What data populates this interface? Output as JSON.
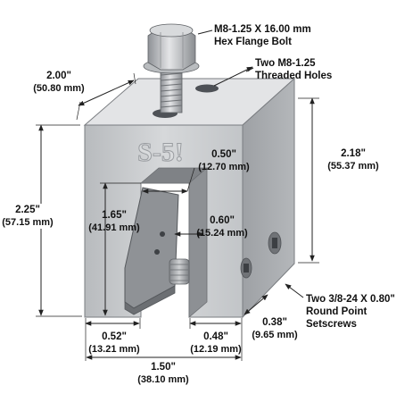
{
  "callouts": {
    "bolt": {
      "line1": "M8-1.25 X 16.00 mm",
      "line2": "Hex Flange Bolt"
    },
    "holes": {
      "line1": "Two M8-1.25",
      "line2": "Threaded Holes"
    },
    "setscrews": {
      "line1": "Two 3/8-24 X 0.80\"",
      "line2": "Round Point",
      "line3": "Setscrews"
    }
  },
  "dimensions": {
    "depth_top": {
      "imperial": "2.00\"",
      "metric": "(50.80 mm)"
    },
    "height_total": {
      "imperial": "2.25\"",
      "metric": "(57.15 mm)"
    },
    "height_body": {
      "imperial": "2.18\"",
      "metric": "(55.37 mm)"
    },
    "slot_depth": {
      "imperial": "1.65\"",
      "metric": "(41.91 mm)"
    },
    "slot_width_top": {
      "imperial": "0.50\"",
      "metric": "(12.70 mm)"
    },
    "slot_mid": {
      "imperial": "0.60\"",
      "metric": "(15.24 mm)"
    },
    "leg_left": {
      "imperial": "0.52\"",
      "metric": "(13.21 mm)"
    },
    "leg_right": {
      "imperial": "0.48\"",
      "metric": "(12.19 mm)"
    },
    "side_offset": {
      "imperial": "0.38\"",
      "metric": "(9.65 mm)"
    },
    "width_total": {
      "imperial": "1.50\"",
      "metric": "(38.10 mm)"
    }
  },
  "logo": {
    "text": "S-5!"
  },
  "colors": {
    "metal_front": "#c8cacc",
    "metal_top": "#e2e3e5",
    "metal_side": "#a9acaf",
    "dim_line": "#222222"
  }
}
